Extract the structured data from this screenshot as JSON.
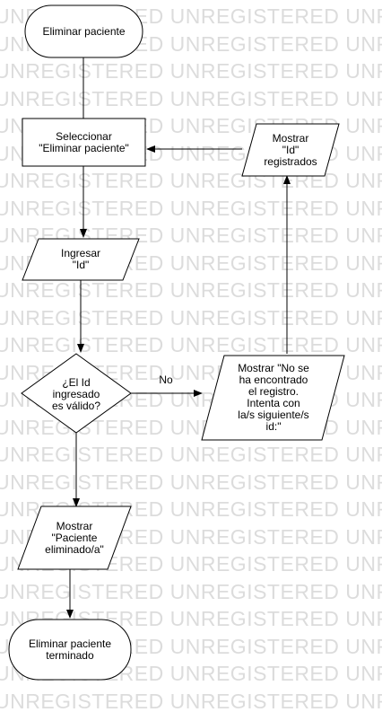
{
  "watermark": {
    "text": "UNREGISTERED UNREGISTERED UNREGISTERED"
  },
  "nodes": {
    "start": "Eliminar paciente",
    "select": "Seleccionar\n\"Eliminar paciente\"",
    "input_id": "Ingresar\n\"Id\"",
    "decision": "¿El Id\ningresado\nes válido?",
    "show_deleted": "Mostrar\n\"Paciente\neliminado/a\"",
    "end": "Eliminar paciente\nterminado",
    "show_not_found": "Mostrar \"No se\nha encontrado\nel registro.\nIntenta con\nla/s siguiente/s\nid:\"",
    "show_ids": "Mostrar\n\"Id\"\nregistrados"
  },
  "edges": {
    "decision_no": "No"
  },
  "colors": {
    "stroke": "#000000",
    "fill": "#ffffff",
    "watermark": "#dcdcdc"
  }
}
